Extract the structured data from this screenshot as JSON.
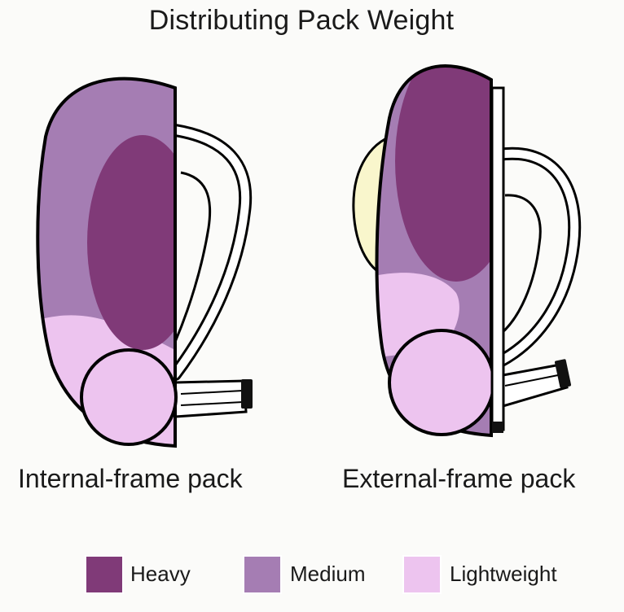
{
  "title": "Distributing Pack Weight",
  "packs": [
    {
      "caption": "Internal-frame pack"
    },
    {
      "caption": "External-frame pack"
    }
  ],
  "legend": [
    {
      "label": "Heavy",
      "color": "#803a78"
    },
    {
      "label": "Medium",
      "color": "#a57db3"
    },
    {
      "label": "Lightweight",
      "color": "#edc4ef"
    }
  ],
  "colors": {
    "outline": "#000000",
    "sleeping_bag_pad": "#f9f6cc"
  }
}
